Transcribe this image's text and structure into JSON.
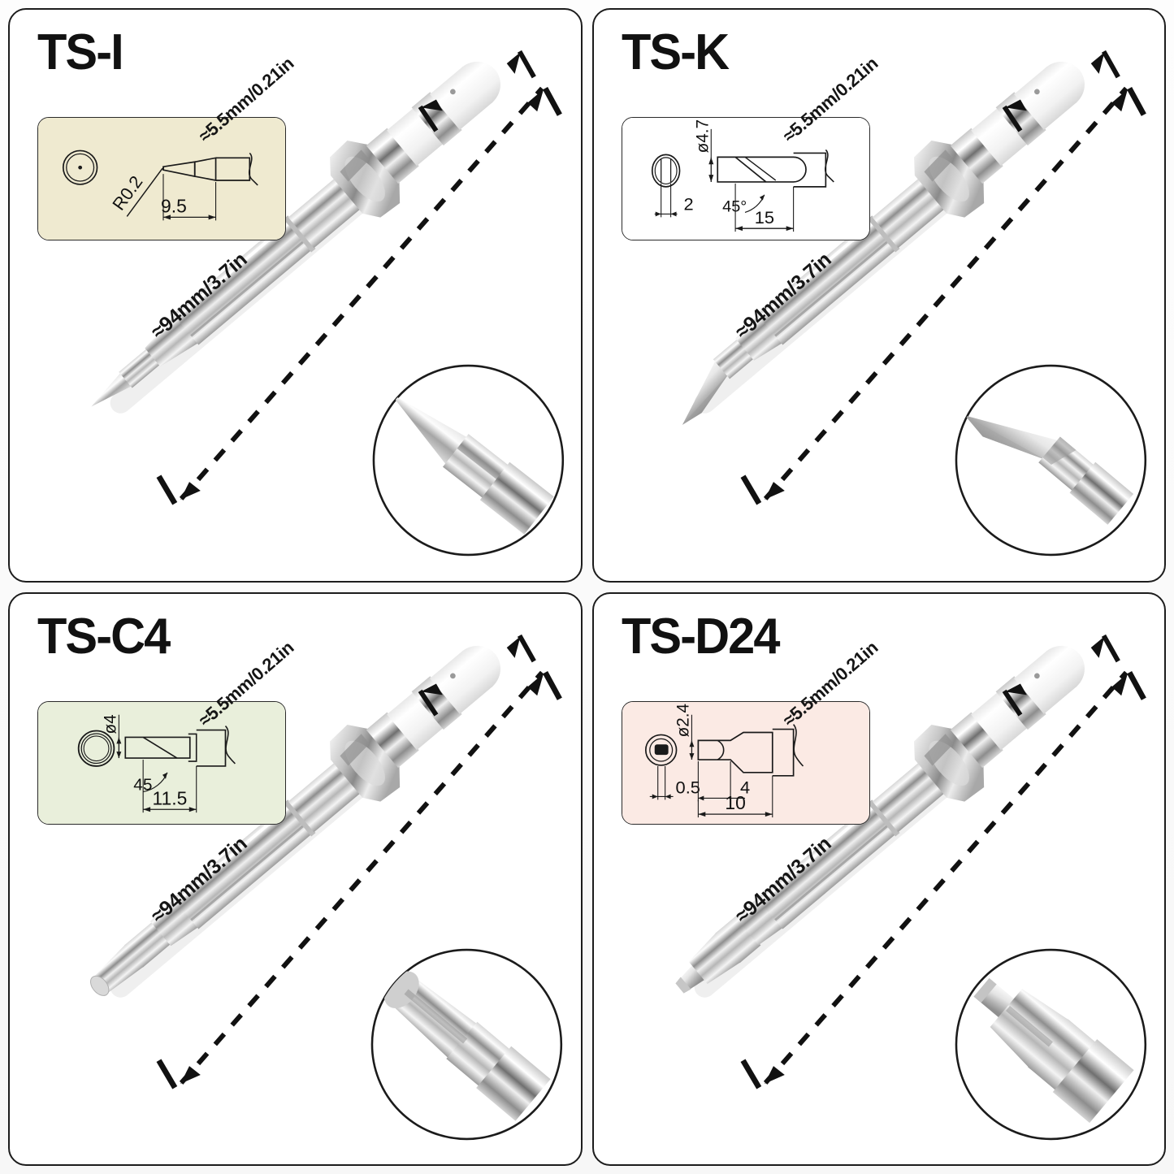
{
  "sheet": {
    "background": "#f9f9f9",
    "panel_border_color": "#1c1c1c",
    "layout": "2x2 product grid"
  },
  "common": {
    "width_label": "≈5.5mm/0.21in",
    "length_label": "≈94mm/3.7in",
    "unit_note": "mm"
  },
  "panels": [
    {
      "id": "ts-i",
      "title": "TS-I",
      "spec_bg": "#efead0",
      "spec_border": "#2a2a2a",
      "tip_shape": "conical-needle",
      "detail_shape": "needle point",
      "dimensions": {
        "radius": "R0.2",
        "length": "9.5"
      },
      "dim_texts": [
        "R0.2",
        "9.5"
      ],
      "width_label": "≈5.5mm/0.21in",
      "length_label": "≈94mm/3.7in"
    },
    {
      "id": "ts-k",
      "title": "TS-K",
      "spec_bg": "#ffffff",
      "spec_border": "#2a2a2a",
      "tip_shape": "knife-blade",
      "detail_shape": "angled knife edge",
      "dimensions": {
        "diameter": "ø4.7",
        "thickness": "2",
        "angle": "45°",
        "length": "15"
      },
      "dim_texts": [
        "ø4.7",
        "2",
        "45°",
        "15"
      ],
      "width_label": "≈5.5mm/0.21in",
      "length_label": "≈94mm/3.7in"
    },
    {
      "id": "ts-c4",
      "title": "TS-C4",
      "spec_bg": "#e9efdb",
      "spec_border": "#2a2a2a",
      "tip_shape": "bevel-hoof",
      "detail_shape": "round bevel face",
      "dimensions": {
        "diameter": "ø4",
        "angle": "45",
        "length": "11.5"
      },
      "dim_texts": [
        "ø4",
        "45",
        "11.5"
      ],
      "width_label": "≈5.5mm/0.21in",
      "length_label": "≈94mm/3.7in"
    },
    {
      "id": "ts-d24",
      "title": "TS-D24",
      "spec_bg": "#fbeae4",
      "spec_border": "#2a2a2a",
      "tip_shape": "chisel",
      "detail_shape": "flat chisel blade",
      "dimensions": {
        "diameter": "ø2.4",
        "tip_thickness": "0.5",
        "face_length": "4",
        "length": "10"
      },
      "dim_texts": [
        "ø2.4",
        "0.5",
        "4",
        "10"
      ],
      "width_label": "≈5.5mm/0.21in",
      "length_label": "≈94mm/3.7in"
    }
  ]
}
